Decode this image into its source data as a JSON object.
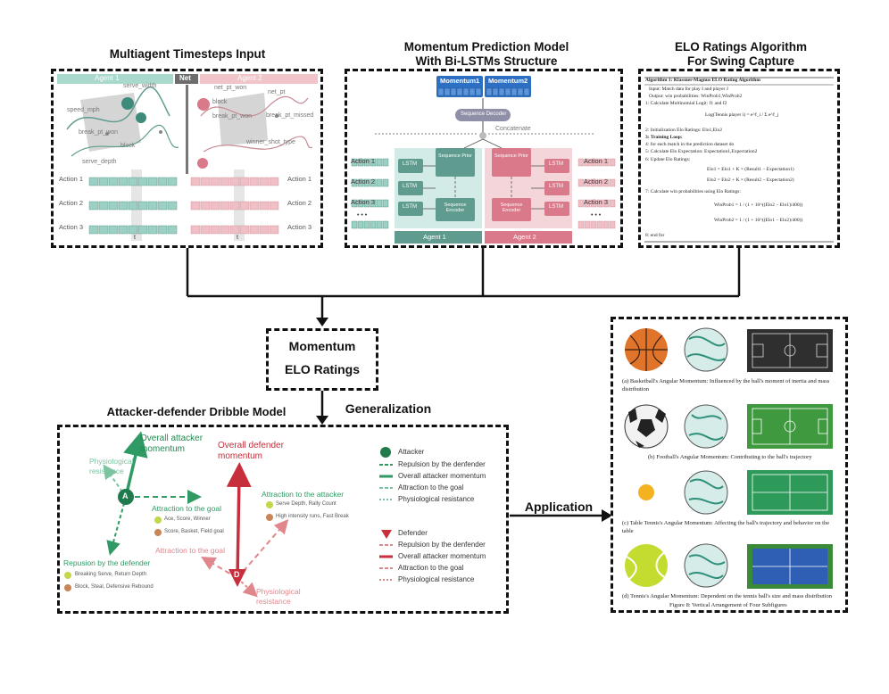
{
  "titles": {
    "multiagent": "Multiagent Timesteps Input",
    "momentum_model_line1": "Momentum Prediction Model",
    "momentum_model_line2": "With Bi-LSTMs Structure",
    "elo_line1": "ELO Ratings Algorithm",
    "elo_line2": "For Swing Capture",
    "dribble": "Attacker-defender Dribble Model",
    "generalization": "Generalization",
    "application": "Application"
  },
  "center_box": {
    "line1": "Momentum",
    "line2": "ELO Ratings"
  },
  "multiagent": {
    "agent1": "Agent 1",
    "net": "Net",
    "agent2": "Agent 2",
    "labels_left": [
      "serve_width",
      "speed_mph",
      "break_pt_won",
      "block",
      "serve_depth"
    ],
    "labels_right": [
      "net_pt_won",
      "net_pt",
      "block",
      "break_pt_won",
      "break_pt_missed",
      "winner_shot_type"
    ],
    "actions": [
      "Action 1",
      "Action 2",
      "Action 3"
    ],
    "t_label": "t"
  },
  "model": {
    "momentum1": "Momentum1",
    "momentum2": "Momentum2",
    "sequence_decoder": "Sequence Decoder",
    "concatenate": "Concatenate",
    "lstm": "LSTM",
    "sequence_prior": "Sequence Prior",
    "sequence_encoder": "Sequence Encoder",
    "agent1": "Agent 1",
    "agent2": "Agent 2",
    "actions": [
      "Action 1",
      "Action 2",
      "Action 3"
    ],
    "ellipsis": "• • •"
  },
  "elo": {
    "lines": [
      "Algorithm 1: Klassner-Magnus ELO Rating Algorithm",
      "Input: Match data for play I and player J",
      "Output: win probabilities: WinProb1,WinProb2",
      "1: Calculate Multinomial Logit: f1 and f2",
      "Log(Tennis player i) = e^f_i / Σ e^f_j",
      "2: Initialization Elo Ratings: Elo1,Elo2",
      "3: Training Loop:",
      "4: for each match in the prediction dataset do",
      "5:   Calculate Elo Expectation: Expectation1,Expectation2",
      "6:   Update Elo Ratings:",
      "Elo1 = Elo1 + K × (Result1 − Expectation1)",
      "Elo2 = Elo2 + K × (Result2 − Expectation2)",
      "7:   Calculate win probabilities using Elo Ratings:",
      "WinProb1 = 1 / (1 + 10^((Elo2 − Elo1)/400))",
      "WinProb2 = 1 / (1 + 10^((Elo1 − Elo2)/400))",
      "8: end for"
    ]
  },
  "dribble": {
    "overall_attacker": "Overall attacker momentum",
    "overall_defender": "Overall defender momentum",
    "physiological_resistance": "Physiological resistance",
    "attraction_goal": "Attraction to the goal",
    "attraction_attacker": "Attraction to the attacker",
    "repulsion_defender": "Repusion by the defender",
    "attacker_letter": "A",
    "defender_letter": "D",
    "goal_items_1": "Ace, Score, Winner",
    "goal_items_2": "Score, Basket, Field goal",
    "attacker_items_1": "Serve Depth, Rally Count",
    "attacker_items_2": "High intensity runs, Fast Break",
    "repulsion_items_1": "Breaking Serve, Return Depth",
    "repulsion_items_2": "Block, Steal, Defensive Rebound",
    "legend_attacker": [
      "Attacker",
      "Repulsion by the denfender",
      "Overall attacker momentum",
      "Attraction to the goal",
      "Physiological resistance"
    ],
    "legend_defender": [
      "Defender",
      "Repulsion by the denfender",
      "Overall attacker momentum",
      "Attraction to the goal",
      "Physiological resistance"
    ]
  },
  "application": {
    "captions": [
      "(a) Basketball's Angular Momentum: Influenced by the ball's moment of inertia and mass distribution",
      "(b) Football's Angular Momentum: Contributing to the ball's trajectory",
      "(c) Table Tennis's Angular Momentum: Affecting the ball's trajectory and behavior on the table",
      "(d) Tennis's Angular Momentum: Dependent on the tennis ball's size and mass distribution"
    ],
    "figure_caption": "Figure 8: Vertical Arrangement of Four Subfigures"
  },
  "colors": {
    "teal": "#2f8f7a",
    "teal_light": "#7cc3b4",
    "red": "#d0414a",
    "red_light": "#e58b93",
    "navy_header": "#0f4a8a"
  }
}
